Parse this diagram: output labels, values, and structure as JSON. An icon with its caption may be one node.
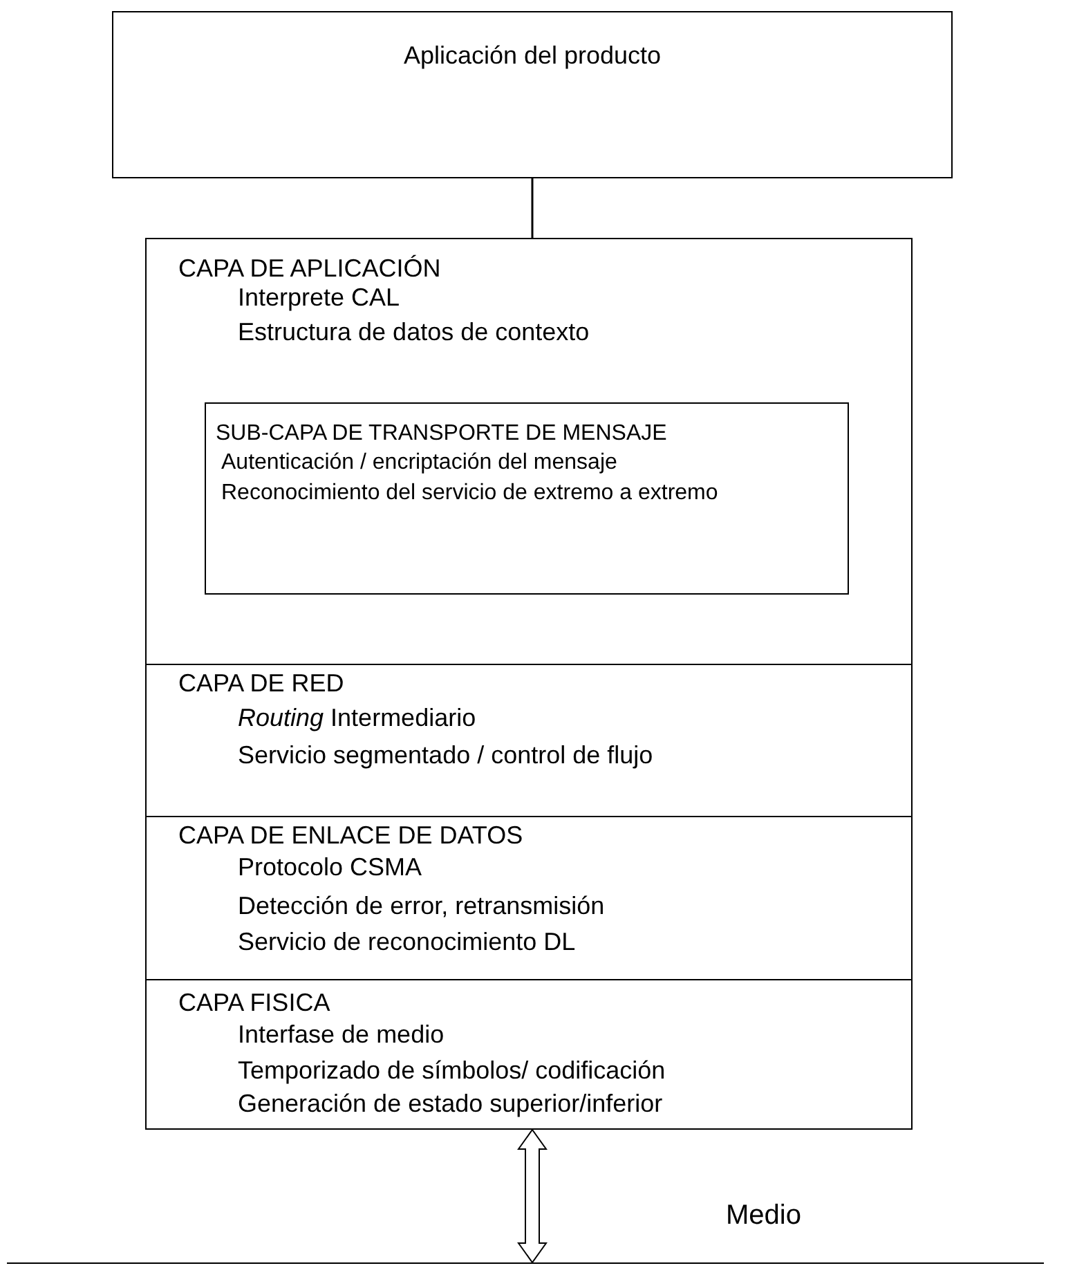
{
  "diagram": {
    "nodes": [
      {
        "text": [
          "Aplicación del producto"
        ]
      },
      {
        "text": [
          "CAPA DE APLICACIÓN",
          "Interprete CAL",
          "Estructura de datos de contexto"
        ]
      },
      {
        "text": [
          "SUB-CAPA DE TRANSPORTE  DE  MENSAJE",
          "Autenticación / encriptación del mensaje",
          "Reconocimiento del servicio de extremo a extremo"
        ],
        "in": 1
      },
      {
        "text": [
          "CAPA DE RED",
          "*Routing* Intermediario",
          "Servicio segmentado / control de flujo"
        ]
      },
      {
        "text": [
          "CAPA DE ENLACE DE DATOS",
          "Protocolo CSMA",
          "Detección de error, retransmisión",
          "Servicio de reconocimiento DL"
        ]
      },
      {
        "text": [
          "CAPA FISICA",
          "Interfase de medio",
          "Temporizado de símbolos/ codificación",
          "Generación de estado superior/inferior"
        ]
      },
      {
        "text": [],
        "shape": "bar",
        "beside": [
          "Medio"
        ]
      }
    ],
    "edges": [
      {
        "from": 0,
        "to": 1,
        "arrow": "none"
      },
      {
        "from": 5,
        "to": 6,
        "arrow": "both"
      }
    ]
  }
}
